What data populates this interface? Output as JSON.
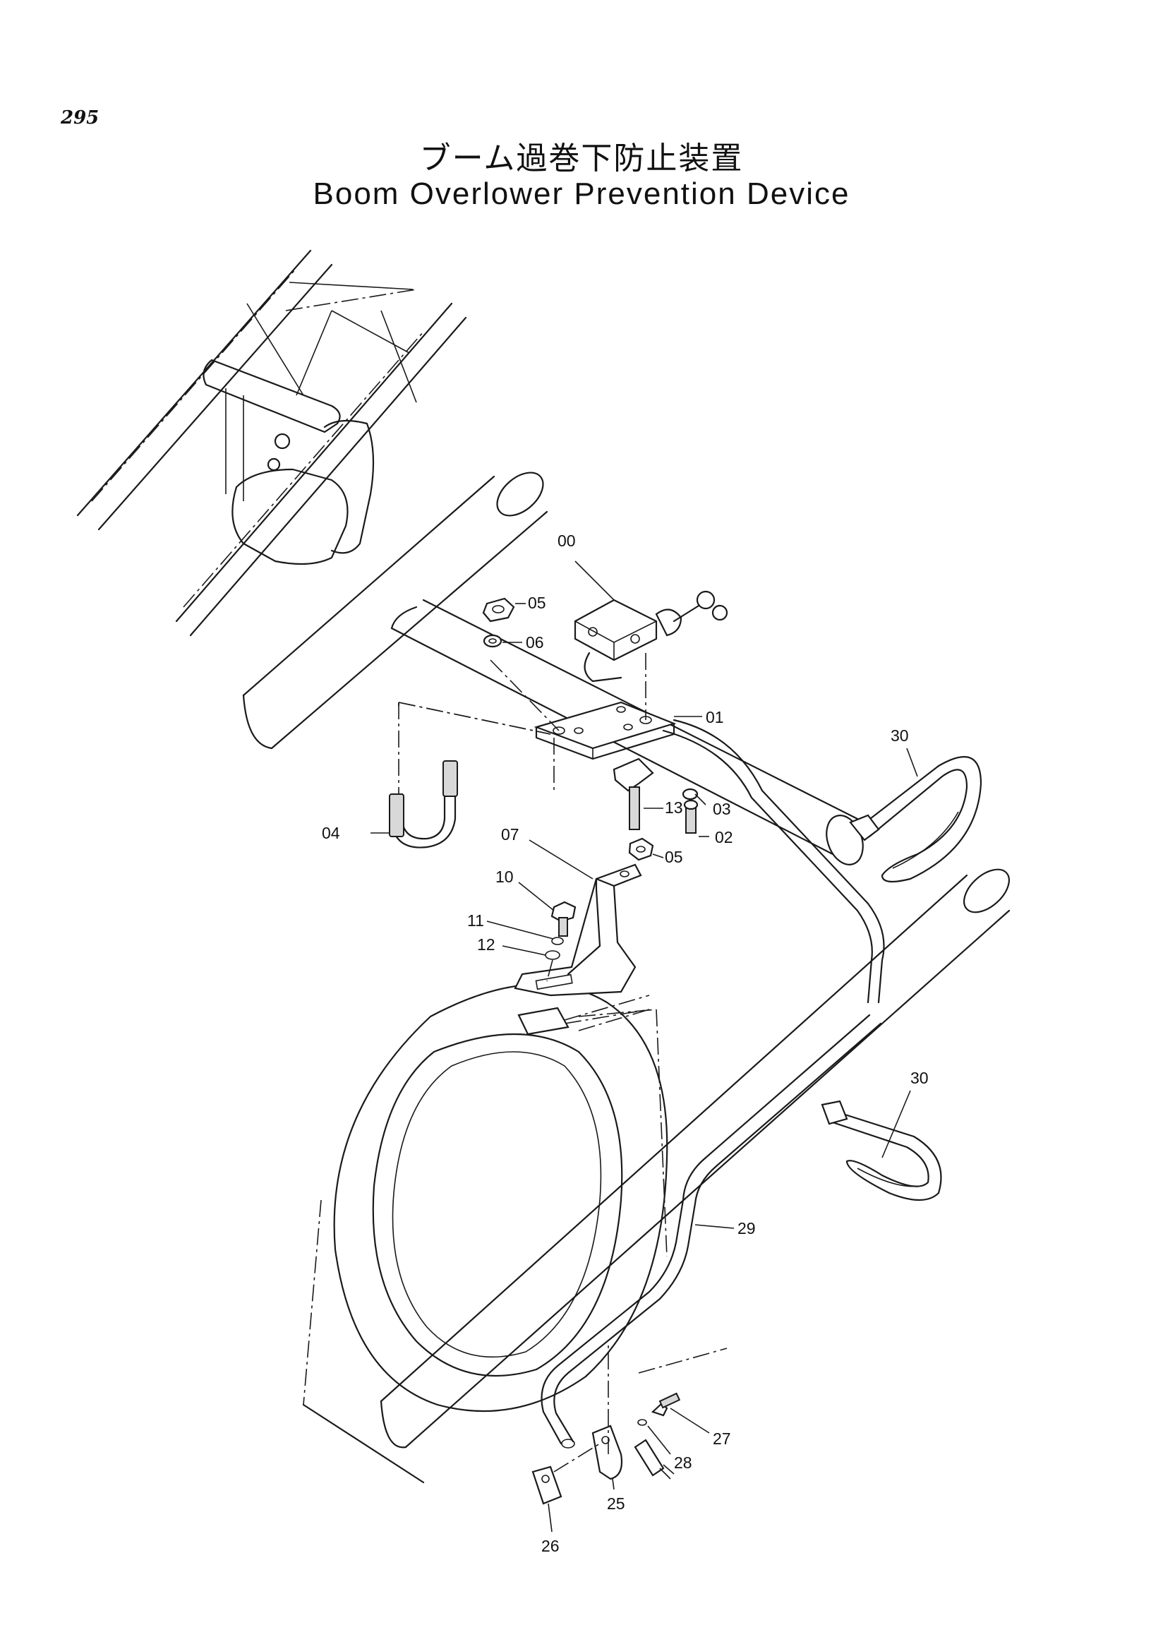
{
  "page": {
    "number": "295"
  },
  "title": {
    "japanese": "ブーム過巻下防止装置",
    "english": "Boom Overlower Prevention Device"
  },
  "callouts": [
    {
      "id": "00",
      "label": "00"
    },
    {
      "id": "01",
      "label": "01"
    },
    {
      "id": "02",
      "label": "02"
    },
    {
      "id": "03",
      "label": "03"
    },
    {
      "id": "04",
      "label": "04"
    },
    {
      "id": "05a",
      "label": "05"
    },
    {
      "id": "05b",
      "label": "05"
    },
    {
      "id": "06",
      "label": "06"
    },
    {
      "id": "07",
      "label": "07"
    },
    {
      "id": "10",
      "label": "10"
    },
    {
      "id": "11",
      "label": "11"
    },
    {
      "id": "12",
      "label": "12"
    },
    {
      "id": "13",
      "label": "13"
    },
    {
      "id": "25",
      "label": "25"
    },
    {
      "id": "26",
      "label": "26"
    },
    {
      "id": "27",
      "label": "27"
    },
    {
      "id": "28",
      "label": "28"
    },
    {
      "id": "29",
      "label": "29"
    },
    {
      "id": "30a",
      "label": "30"
    },
    {
      "id": "30b",
      "label": "30"
    }
  ]
}
